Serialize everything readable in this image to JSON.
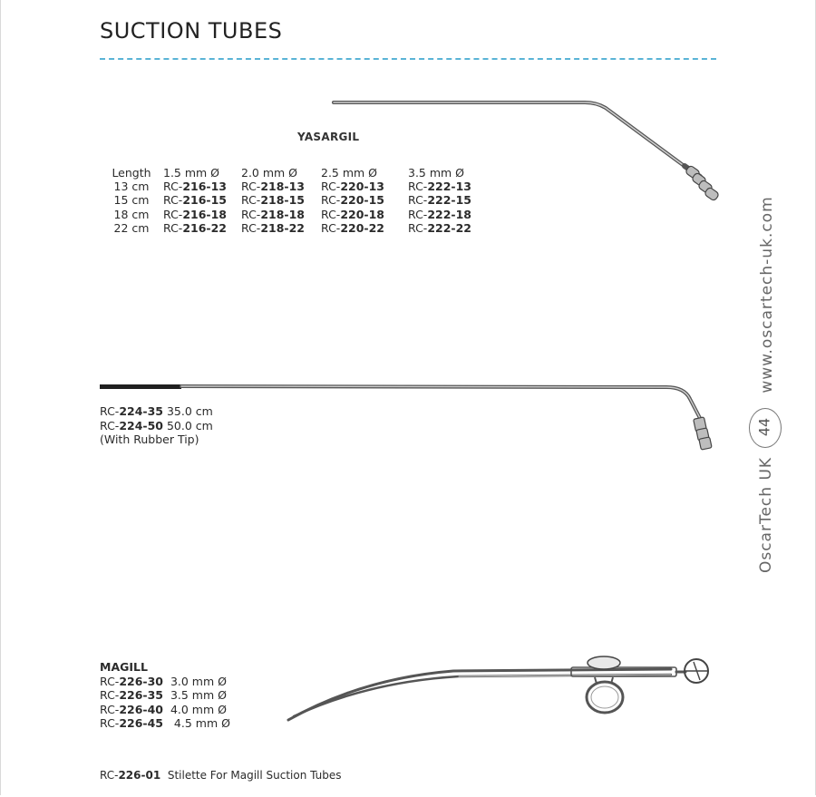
{
  "page": {
    "title": "SUCTION TUBES",
    "side_url": "www.oscartech-uk.com",
    "page_number": "44",
    "side_brand": "OscarTech UK"
  },
  "yasargil": {
    "title": "YASARGIL",
    "header": [
      "Length",
      "1.5 mm Ø",
      "2.0 mm Ø",
      "2.5 mm Ø",
      "3.5 mm Ø"
    ],
    "rows": [
      {
        "length": "13 cm",
        "codes": [
          "216-13",
          "218-13",
          "220-13",
          "222-13"
        ]
      },
      {
        "length": "15 cm",
        "codes": [
          "216-15",
          "218-15",
          "220-15",
          "222-15"
        ]
      },
      {
        "length": "18 cm",
        "codes": [
          "216-18",
          "218-18",
          "220-18",
          "222-18"
        ]
      },
      {
        "length": "22 cm",
        "codes": [
          "216-22",
          "218-22",
          "220-22",
          "222-22"
        ]
      }
    ]
  },
  "prefix": "RC-",
  "straight_tubes": {
    "items": [
      {
        "code": "224-35",
        "desc": "35.0 cm"
      },
      {
        "code": "224-50",
        "desc": "50.0 cm"
      }
    ],
    "note": "(With Rubber Tip)"
  },
  "magill": {
    "title": "MAGILL",
    "items": [
      {
        "code": "226-30",
        "desc": "3.0 mm Ø"
      },
      {
        "code": "226-35",
        "desc": "3.5 mm Ø"
      },
      {
        "code": "226-40",
        "desc": "4.0 mm Ø"
      },
      {
        "code": "226-45",
        "desc": "4.5 mm Ø"
      }
    ]
  },
  "footer": {
    "code": "226-01",
    "desc": "Stilette For Magill Suction Tubes"
  },
  "colors": {
    "accent_rule": "#5ab4d6",
    "text": "#2b2b2b"
  },
  "icons": [
    "yasargil-suction-tube-illustration",
    "straight-suction-tube-illustration",
    "magill-suction-tube-illustration"
  ]
}
